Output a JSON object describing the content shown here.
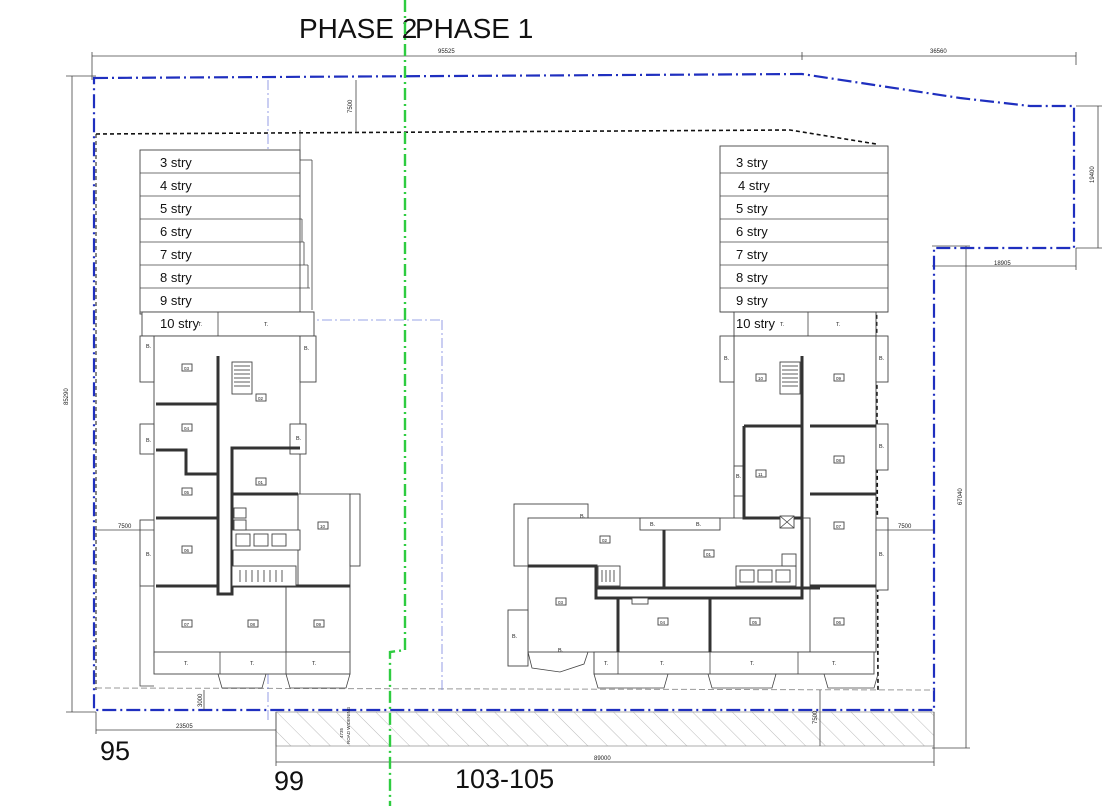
{
  "headings": {
    "phase_left": "PHASE 2",
    "phase_right": "PHASE 1"
  },
  "addresses": {
    "a": "95",
    "b": "99",
    "c": "103-105"
  },
  "stories": {
    "left": [
      "3 stry",
      "4 stry",
      "5 stry",
      "6 stry",
      "7 stry",
      "8 stry",
      "9 stry",
      "10 stry"
    ],
    "right": [
      "3 stry",
      "4 stry",
      "5 stry",
      "6 stry",
      "7 stry",
      "8 stry",
      "9 stry",
      "10 stry"
    ]
  },
  "dimensions": {
    "top_total": "95525",
    "top_right": "36560",
    "setback_top": "7500",
    "right_upper": "19400",
    "right_step": "18905",
    "left_height": "85290",
    "right_height": "67040",
    "left_side": "7500",
    "right_side": "7500",
    "bottom_left": "23505",
    "bottom_gap": "3000",
    "widening_depth": "4735",
    "widening_label": "ROAD WIDENING",
    "bottom_right_setback": "7500",
    "bottom_total": "89000"
  },
  "units": {
    "left": [
      "03",
      "02",
      "04",
      "05",
      "01",
      "06",
      "10",
      "07",
      "08",
      "09"
    ],
    "right": [
      "10",
      "09",
      "11",
      "08",
      "02",
      "01",
      "07",
      "03",
      "04",
      "05",
      "06"
    ]
  },
  "balcony_labels": {
    "b": "B.",
    "t": "T."
  },
  "colors": {
    "phase_line": "#2ecc40",
    "property_line": "#1f2fbf",
    "frame_line": "#111111"
  }
}
